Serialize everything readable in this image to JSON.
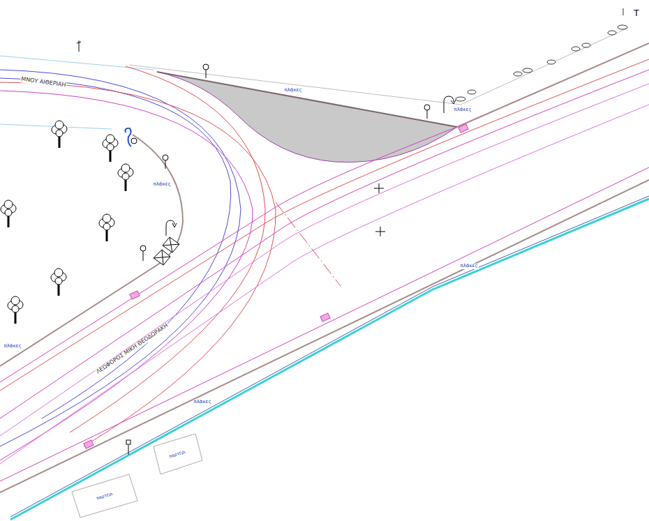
{
  "diagram": {
    "labels": [
      "ΜΝΟΥ ΑΙΘΕΡΙΑΗ",
      "πλάκες",
      "πλάκες",
      "πλάκες",
      "πλάκες",
      "πλάκες",
      "πλάκες",
      "ΛΕΩΦΟΡΟΣ ΜΙΚΗ ΘΕΟΔΩΡΑΚΗ",
      "παρτέρι",
      "παρτέρι",
      "T"
    ]
  }
}
